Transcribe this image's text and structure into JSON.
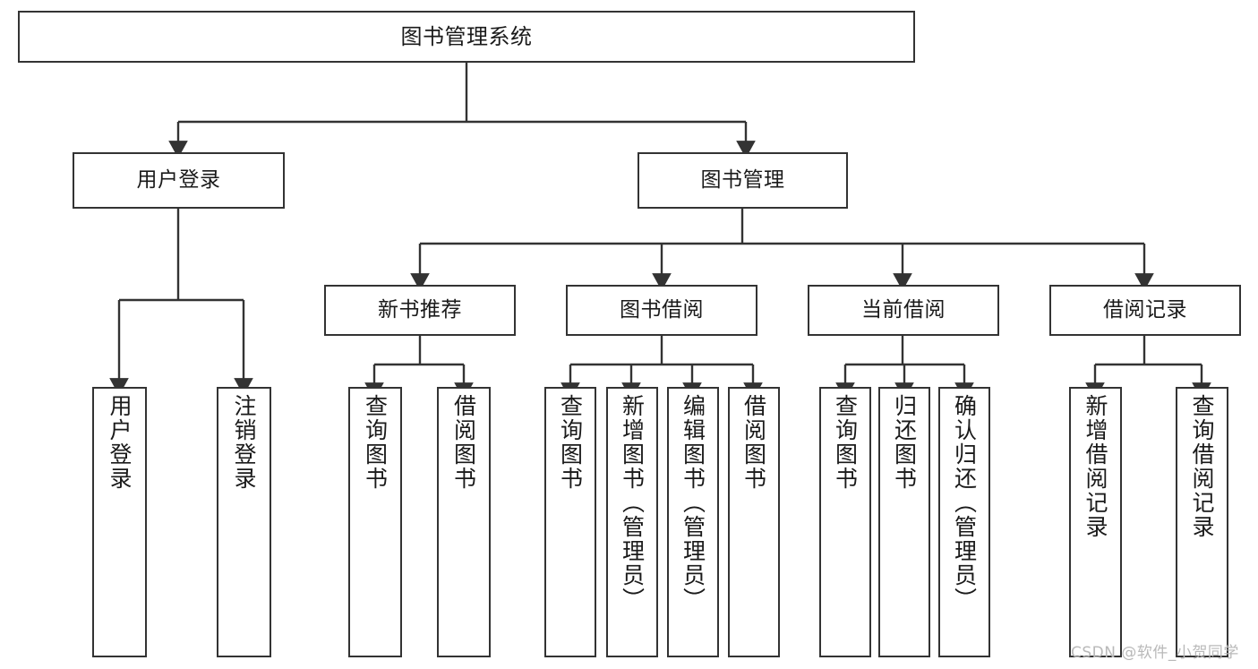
{
  "diagram": {
    "title": "图书管理系统",
    "type": "tree-hierarchy",
    "watermark": "CSDN @软件_小贺同学",
    "colors": {
      "border": "#333333",
      "background": "#ffffff",
      "text": "#1a1a1a",
      "watermark": "#b9b9b9"
    },
    "nodes": {
      "root": "图书管理系统",
      "level2": {
        "user_login": "用户登录",
        "book_manage": "图书管理"
      },
      "level3": {
        "new_book_rec": "新书推荐",
        "book_borrow": "图书借阅",
        "current_borrow": "当前借阅",
        "borrow_record": "借阅记录"
      },
      "leaves": {
        "user_login_1": "用户登录",
        "user_login_2": "注销登录",
        "new_book_rec_1": "查询图书",
        "new_book_rec_2": "借阅图书",
        "book_borrow_1": "查询图书",
        "book_borrow_2": "新增图书（管理员）",
        "book_borrow_3": "编辑图书（管理员）",
        "book_borrow_4": "借阅图书",
        "current_borrow_1": "查询图书",
        "current_borrow_2": "归还图书",
        "current_borrow_3": "确认归还（管理员）",
        "borrow_record_1": "新增借阅记录",
        "borrow_record_2": "查询借阅记录"
      }
    }
  }
}
